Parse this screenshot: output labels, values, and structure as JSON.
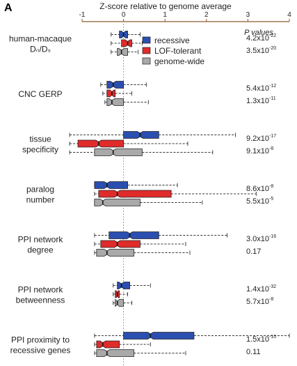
{
  "panel_letter": "A",
  "colors": {
    "recessive": "#2b4fb0",
    "lof": "#e02b2b",
    "genome": "#a9a9a9",
    "axis": "#8b5a2b",
    "line": "#333333"
  },
  "chart_data": {
    "type": "box",
    "title": "",
    "xlabel": "Z-score relative to genome average",
    "xlim": [
      -1,
      4
    ],
    "xticks": [
      "-1",
      "0",
      "1",
      "2",
      "3",
      "4"
    ],
    "pvalue_header": "P values",
    "legend": {
      "placement": "top-right",
      "entries": [
        {
          "key": "recessive",
          "label": "recessive"
        },
        {
          "key": "lof",
          "label": "LOF-tolerant"
        },
        {
          "key": "genome",
          "label": "genome-wide"
        }
      ]
    },
    "metrics": [
      {
        "label_lines": [
          "human-macaque",
          "Dₙ/Dₛ"
        ],
        "label_rich": true,
        "pvalues": [
          {
            "mant": "4.2x10",
            "exp": "-22"
          },
          {
            "mant": "3.5x10",
            "exp": "-20"
          }
        ],
        "boxes": [
          {
            "series": "recessive",
            "whisker_lo": -0.3,
            "q1": -0.1,
            "median": 0.0,
            "q3": 0.1,
            "whisker_hi": 0.4
          },
          {
            "series": "lof",
            "whisker_lo": -0.3,
            "q1": -0.05,
            "median": 0.1,
            "q3": 0.2,
            "whisker_hi": 0.45
          },
          {
            "series": "genome",
            "whisker_lo": -0.3,
            "q1": -0.15,
            "median": -0.05,
            "q3": 0.1,
            "whisker_hi": 0.35
          }
        ]
      },
      {
        "label_lines": [
          "CNC GERP"
        ],
        "pvalues": [
          {
            "mant": "5.4x10",
            "exp": "-12"
          },
          {
            "mant": "1.3x10",
            "exp": "-11"
          }
        ],
        "boxes": [
          {
            "series": "recessive",
            "whisker_lo": -0.55,
            "q1": -0.4,
            "median": -0.25,
            "q3": 0.0,
            "whisker_hi": 0.55
          },
          {
            "series": "lof",
            "whisker_lo": -0.5,
            "q1": -0.4,
            "median": -0.28,
            "q3": -0.2,
            "whisker_hi": 0.2
          },
          {
            "series": "genome",
            "whisker_lo": -0.45,
            "q1": -0.4,
            "median": -0.28,
            "q3": 0.0,
            "whisker_hi": 0.6
          }
        ]
      },
      {
        "label_lines": [
          "tissue",
          "specificity"
        ],
        "pvalues": [
          {
            "mant": "9.2x10",
            "exp": "-17"
          },
          {
            "mant": "9.1x10",
            "exp": "-8"
          }
        ],
        "boxes": [
          {
            "series": "recessive",
            "whisker_lo": -1.3,
            "q1": 0.0,
            "median": 0.4,
            "q3": 0.85,
            "whisker_hi": 2.7
          },
          {
            "series": "lof",
            "whisker_lo": -1.3,
            "q1": -1.1,
            "median": -0.6,
            "q3": 0.0,
            "whisker_hi": 1.55
          },
          {
            "series": "genome",
            "whisker_lo": -1.3,
            "q1": -0.7,
            "median": -0.25,
            "q3": 0.45,
            "whisker_hi": 2.15
          }
        ]
      },
      {
        "label_lines": [
          "paralog",
          "number"
        ],
        "pvalues": [
          {
            "mant": "8.6x10",
            "exp": "-8"
          },
          {
            "mant": "5.5x10",
            "exp": "-5"
          }
        ],
        "boxes": [
          {
            "series": "recessive",
            "whisker_lo": -0.7,
            "q1": -0.7,
            "median": -0.4,
            "q3": 0.1,
            "whisker_hi": 1.3
          },
          {
            "series": "lof",
            "whisker_lo": -0.7,
            "q1": -0.6,
            "median": -0.15,
            "q3": 1.15,
            "whisker_hi": 3.2
          },
          {
            "series": "genome",
            "whisker_lo": -0.7,
            "q1": -0.7,
            "median": -0.5,
            "q3": 0.4,
            "whisker_hi": 1.9
          }
        ]
      },
      {
        "label_lines": [
          "PPI network",
          "degree"
        ],
        "pvalues": [
          {
            "mant": "3.0x10",
            "exp": "-16"
          },
          {
            "mant": "0.17",
            "exp": ""
          }
        ],
        "boxes": [
          {
            "series": "recessive",
            "whisker_lo": -0.7,
            "q1": -0.35,
            "median": 0.15,
            "q3": 0.85,
            "whisker_hi": 2.5
          },
          {
            "series": "lof",
            "whisker_lo": -0.7,
            "q1": -0.55,
            "median": -0.15,
            "q3": 0.4,
            "whisker_hi": 1.5
          },
          {
            "series": "genome",
            "whisker_lo": -0.7,
            "q1": -0.65,
            "median": -0.4,
            "q3": 0.25,
            "whisker_hi": 1.6
          }
        ]
      },
      {
        "label_lines": [
          "PPI network",
          "betweenness"
        ],
        "pvalues": [
          {
            "mant": "1.4x10",
            "exp": "-32"
          },
          {
            "mant": "5.7x10",
            "exp": "-8"
          }
        ],
        "boxes": [
          {
            "series": "recessive",
            "whisker_lo": -0.25,
            "q1": -0.15,
            "median": -0.05,
            "q3": 0.15,
            "whisker_hi": 0.65
          },
          {
            "series": "lof",
            "whisker_lo": -0.25,
            "q1": -0.2,
            "median": -0.15,
            "q3": -0.1,
            "whisker_hi": 0.1
          },
          {
            "series": "genome",
            "whisker_lo": -0.25,
            "q1": -0.2,
            "median": -0.15,
            "q3": 0.0,
            "whisker_hi": 0.2
          }
        ]
      },
      {
        "label_lines": [
          "PPI proximity to",
          "recessive genes"
        ],
        "pvalues": [
          {
            "mant": "1.5x10",
            "exp": "-10"
          },
          {
            "mant": "0.11",
            "exp": ""
          }
        ],
        "boxes": [
          {
            "series": "recessive",
            "whisker_lo": -0.7,
            "q1": 0.0,
            "median": 0.65,
            "q3": 1.7,
            "whisker_hi": 4.0
          },
          {
            "series": "lof",
            "whisker_lo": -0.7,
            "q1": -0.65,
            "median": -0.5,
            "q3": -0.1,
            "whisker_hi": 0.65
          },
          {
            "series": "genome",
            "whisker_lo": -0.7,
            "q1": -0.65,
            "median": -0.4,
            "q3": 0.25,
            "whisker_hi": 1.5
          }
        ]
      }
    ]
  }
}
